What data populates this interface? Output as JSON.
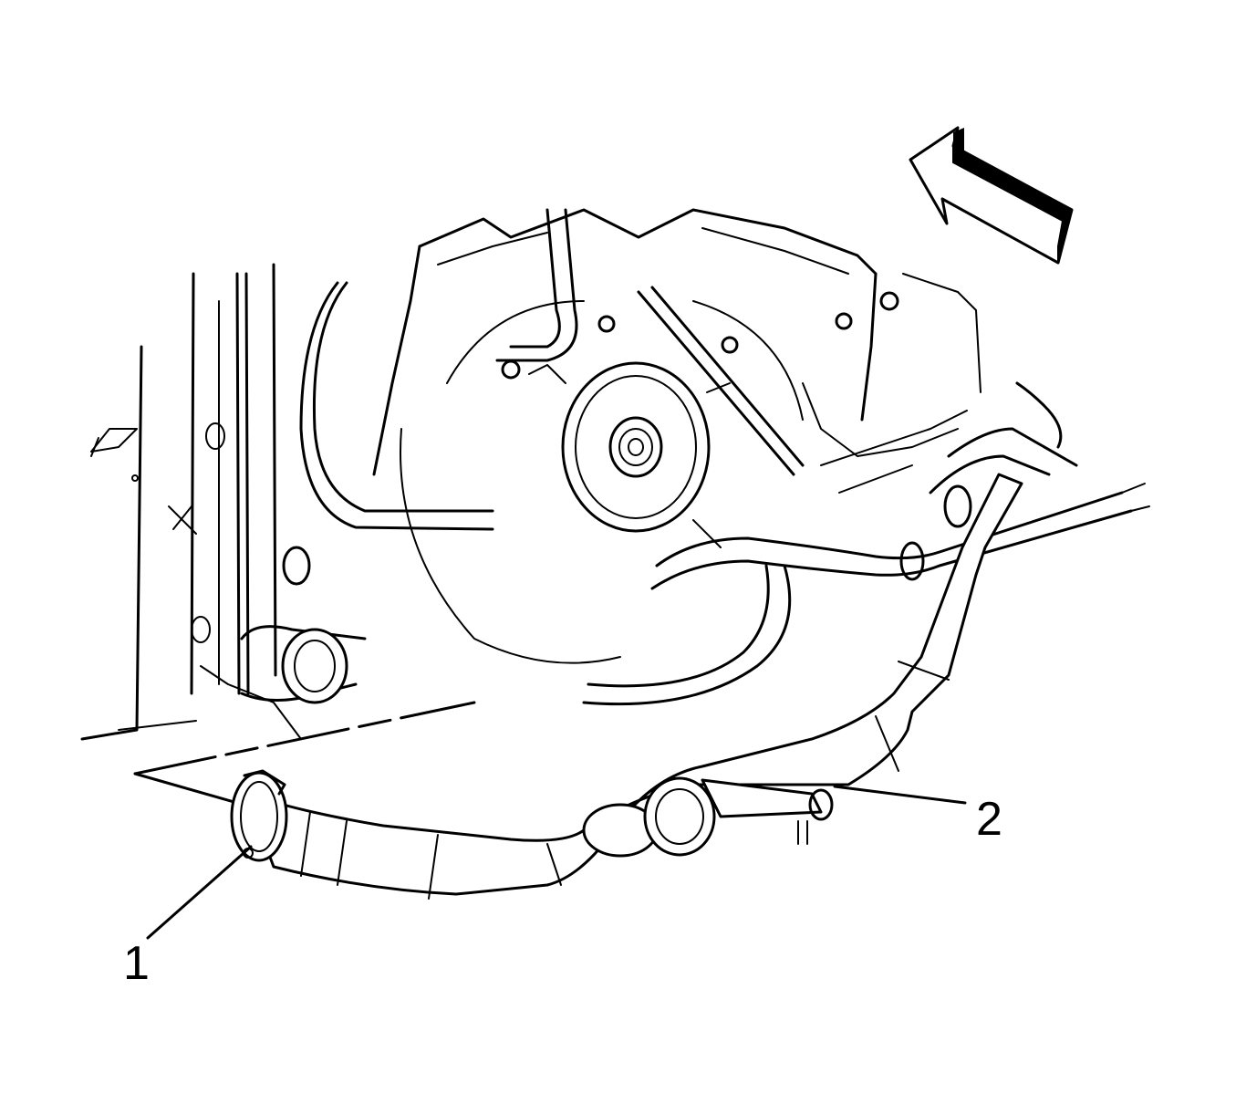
{
  "diagram": {
    "callouts": [
      {
        "id": "1",
        "label": "1"
      },
      {
        "id": "2",
        "label": "2"
      }
    ],
    "icons": [
      "direction-arrow-icon"
    ],
    "colors": {
      "line": "#000000",
      "background": "#ffffff"
    }
  }
}
